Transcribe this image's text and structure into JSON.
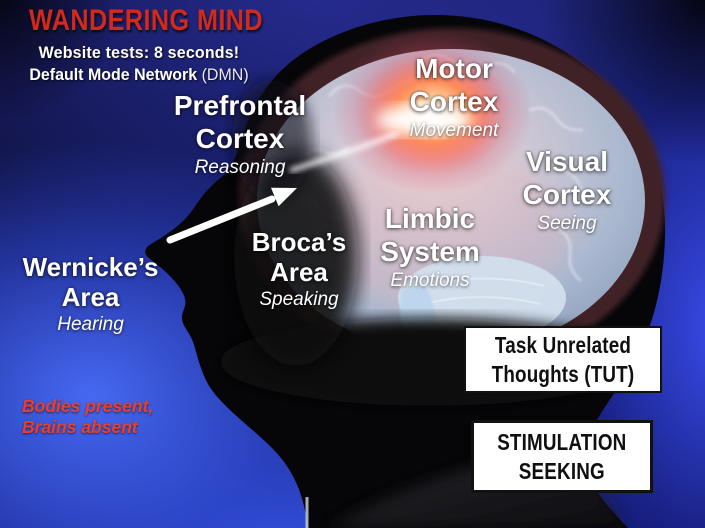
{
  "slide": {
    "header": {
      "title": "WANDERING MIND",
      "subtitle1": "Website tests: 8 seconds!",
      "subtitle2_bold": "Default Mode Network",
      "subtitle2_paren": " (DMN)"
    },
    "brain_labels": {
      "prefrontal": {
        "title": "Prefrontal\nCortex",
        "sub": "Reasoning"
      },
      "motor": {
        "title": "Motor\nCortex",
        "sub": "Movement"
      },
      "visual": {
        "title": "Visual\nCortex",
        "sub": "Seeing"
      },
      "limbic": {
        "title": "Limbic\nSystem",
        "sub": "Emotions"
      },
      "broca": {
        "title": "Broca’s\nArea",
        "sub": "Speaking"
      },
      "wernicke": {
        "title": "Wernicke’s\nArea",
        "sub": "Hearing"
      }
    },
    "annotations": {
      "bodies_note": "Bodies present,\nBrains absent"
    },
    "boxes": {
      "tut": "Task Unrelated\nThoughts (TUT)",
      "stimulation": "STIMULATION\nSEEKING"
    },
    "icons": {
      "arrow": "white arrow pointing from Prefrontal Cortex label toward glowing brain center"
    },
    "colors": {
      "title_red": "#d02a1e",
      "note_red": "#e8402c",
      "label_white": "#ffffff",
      "box_bg": "#ffffff",
      "box_border": "#111111",
      "bg_blue_bright": "#3a5cee",
      "bg_navy_dark": "#0c0c30",
      "glow_orange": "#ff8c5a",
      "brain_blue_gray": "#aab8cf"
    }
  }
}
